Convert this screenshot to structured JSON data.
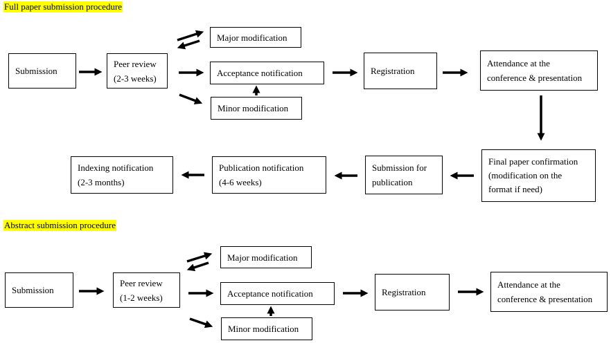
{
  "full": {
    "heading": "Full paper submission procedure",
    "submission": "Submission",
    "peer_review": [
      "Peer review",
      "(2-3 weeks)"
    ],
    "major_mod": "Major modification",
    "acceptance": "Acceptance notification",
    "minor_mod": "Minor modification",
    "registration": "Registration",
    "attendance": [
      "Attendance at the",
      "conference & presentation"
    ],
    "final_confirm": [
      "Final paper confirmation",
      "(modification on the",
      "format if need)"
    ],
    "submission_pub": [
      "Submission for",
      "publication"
    ],
    "publication": [
      "Publication notification",
      "(4-6 weeks)"
    ],
    "indexing": [
      "Indexing notification",
      "(2-3 months)"
    ]
  },
  "abstract": {
    "heading": "Abstract submission procedure",
    "submission": "Submission",
    "peer_review": [
      "Peer review",
      "(1-2 weeks)"
    ],
    "major_mod": "Major modification",
    "acceptance": "Acceptance notification",
    "minor_mod": "Minor modification",
    "registration": "Registration",
    "attendance": [
      "Attendance at the",
      "conference & presentation"
    ]
  }
}
